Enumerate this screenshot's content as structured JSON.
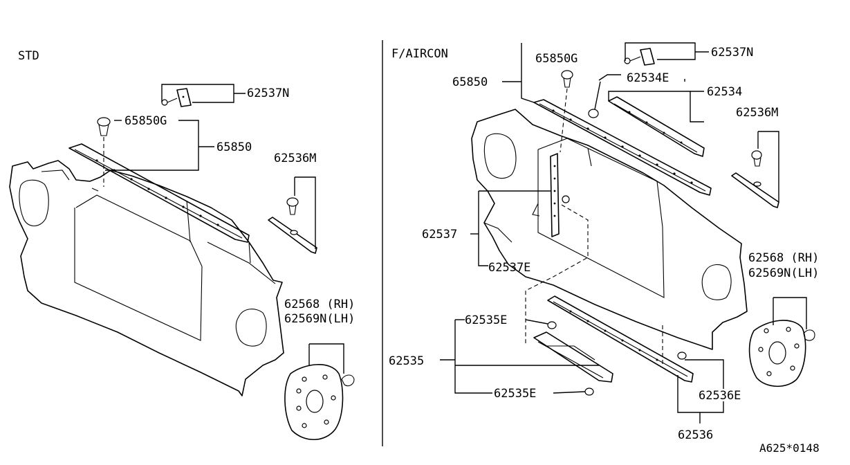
{
  "sections": {
    "left_title": "STD",
    "right_title": "F/AIRCON"
  },
  "left": {
    "p62537N": "62537N",
    "p65850G": "65850G",
    "p65850": "65850",
    "p62536M": "62536M",
    "p62568": "62568 (RH)",
    "p62569N": "62569N(LH)"
  },
  "right": {
    "p65850G": "65850G",
    "p62537N": "62537N",
    "p65850": "65850",
    "p62534E": "62534E",
    "p62534": "62534",
    "p62536M": "62536M",
    "p62537": "62537",
    "p62537E": "62537E",
    "p62568": "62568 (RH)",
    "p62569N": "62569N(LH)",
    "p62535E_top": "62535E",
    "p62535": "62535",
    "p62535E_bottom": "62535E",
    "p62536E": "62536E",
    "p62536": "62536"
  },
  "figure_code": "A625*0148"
}
